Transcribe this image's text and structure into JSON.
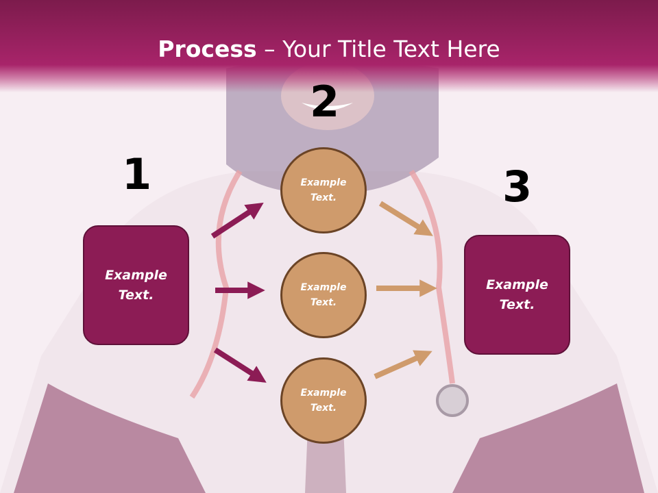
{
  "slide": {
    "title_bold": "Process",
    "title_rest": " – Your Title Text Here"
  },
  "steps": {
    "n1": "1",
    "n2": "2",
    "n3": "3"
  },
  "boxes": {
    "left": [
      "Example",
      "Text."
    ],
    "right": [
      "Example",
      "Text."
    ]
  },
  "circles": [
    [
      "Example",
      "Text."
    ],
    [
      "Example",
      "Text."
    ],
    [
      "Example",
      "Text."
    ]
  ],
  "colors": {
    "header": "#a8246a",
    "box": "#8c1c55",
    "circle": "#cf9b6c",
    "arrow_left": "#8c1c55",
    "arrow_right": "#cf9b6c"
  }
}
